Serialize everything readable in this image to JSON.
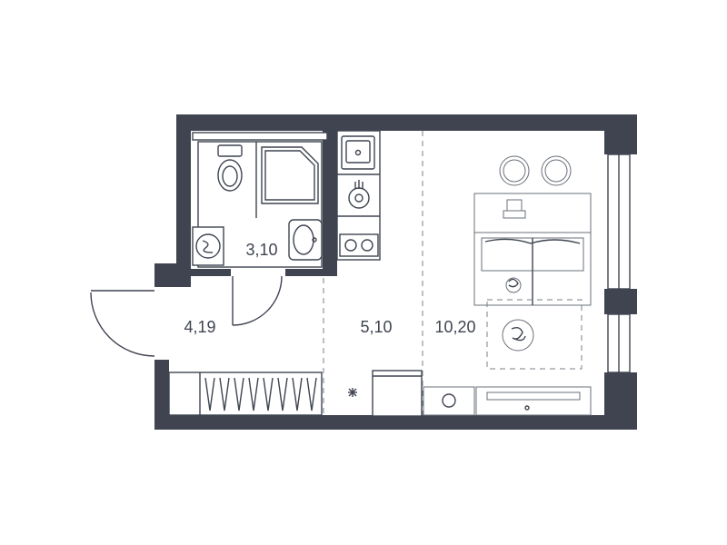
{
  "plan": {
    "rooms": [
      {
        "id": "bathroom",
        "area": "3,10"
      },
      {
        "id": "hallway",
        "area": "4,19"
      },
      {
        "id": "kitchen",
        "area": "5,10"
      },
      {
        "id": "living-room",
        "area": "10,20"
      }
    ],
    "colors": {
      "walls": "#3f4450",
      "lines": "#3f4450",
      "dashed": "#7a7f8a",
      "background": "#ffffff"
    }
  }
}
